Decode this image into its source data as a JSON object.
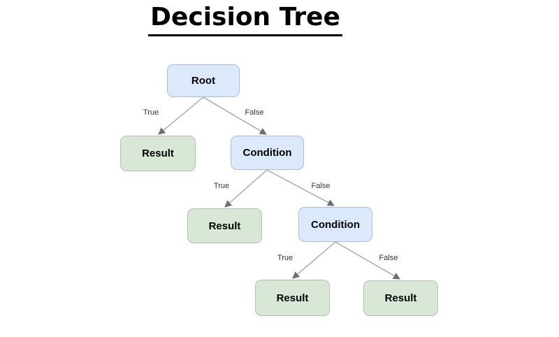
{
  "title": "Decision Tree",
  "colors": {
    "condition_fill": "#dbe9fb",
    "condition_border": "#a7bedd",
    "result_fill": "#d9e8d6",
    "result_border": "#afc2a9",
    "edge_line": "#a6a6a6",
    "arrowhead": "#6e6e6e",
    "label_text": "#333333",
    "title_text": "#000000"
  },
  "nodes": [
    {
      "id": "root",
      "label": "Root",
      "type": "condition"
    },
    {
      "id": "result-1",
      "label": "Result",
      "type": "result"
    },
    {
      "id": "condition-1",
      "label": "Condition",
      "type": "condition"
    },
    {
      "id": "result-2",
      "label": "Result",
      "type": "result"
    },
    {
      "id": "condition-2",
      "label": "Condition",
      "type": "condition"
    },
    {
      "id": "result-3",
      "label": "Result",
      "type": "result"
    },
    {
      "id": "result-4",
      "label": "Result",
      "type": "result"
    }
  ],
  "edges": [
    {
      "from": "root",
      "to": "result-1",
      "label": "True"
    },
    {
      "from": "root",
      "to": "condition-1",
      "label": "False"
    },
    {
      "from": "condition-1",
      "to": "result-2",
      "label": "True"
    },
    {
      "from": "condition-1",
      "to": "condition-2",
      "label": "False"
    },
    {
      "from": "condition-2",
      "to": "result-3",
      "label": "True"
    },
    {
      "from": "condition-2",
      "to": "result-4",
      "label": "False"
    }
  ]
}
